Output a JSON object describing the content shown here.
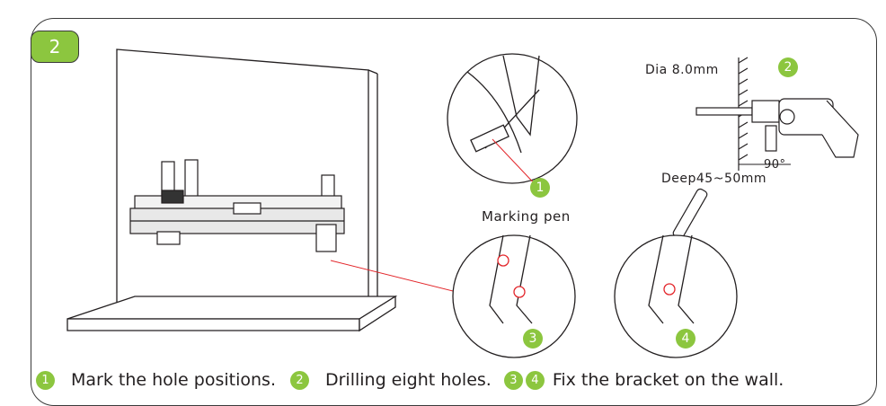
{
  "step_number": "2",
  "labels": {
    "marking_pen": "Marking pen",
    "dia": "Dia 8.0mm",
    "angle": "90°",
    "depth": "Deep45~50mm"
  },
  "callouts": {
    "c1": "1",
    "c2": "2",
    "c3": "3",
    "c4": "4"
  },
  "captions": [
    {
      "markers": [
        "1"
      ],
      "text": "Mark the hole positions."
    },
    {
      "markers": [
        "2"
      ],
      "text": "Drilling eight holes."
    },
    {
      "markers": [
        "3",
        "4"
      ],
      "text": "Fix the bracket on the wall."
    }
  ],
  "colors": {
    "accent": "#8cc63f",
    "line": "#231f20",
    "pointer": "#e3262b"
  }
}
